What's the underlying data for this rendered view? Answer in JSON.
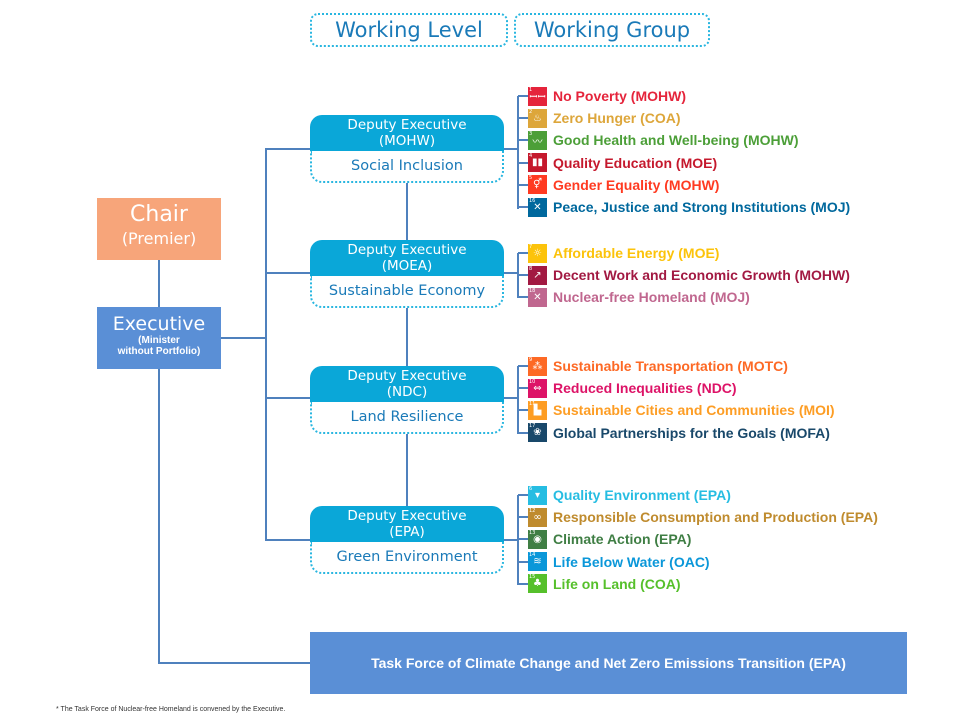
{
  "header": {
    "working_level": "Working Level",
    "working_group": "Working Group"
  },
  "chair": {
    "title": "Chair",
    "subtitle": "(Premier)",
    "color": "#f7a57a"
  },
  "executive": {
    "title": "Executive",
    "subtitle_line1": "(Minister",
    "subtitle_line2": "without Portfolio)",
    "color": "#5a8fd6"
  },
  "deputies": [
    {
      "title": "Deputy Executive",
      "agency": "(MOHW)",
      "group": "Social Inclusion"
    },
    {
      "title": "Deputy Executive",
      "agency": "(MOEA)",
      "group": "Sustainable Economy"
    },
    {
      "title": "Deputy Executive",
      "agency": "(NDC)",
      "group": "Land Resilience"
    },
    {
      "title": "Deputy Executive",
      "agency": "(EPA)",
      "group": "Green Environment"
    }
  ],
  "goal_groups": [
    {
      "goals": [
        {
          "num": "1",
          "icon": "family-icon",
          "glyph": "ꟷꟷ",
          "label": "No Poverty (MOHW)",
          "color": "#e5243b"
        },
        {
          "num": "2",
          "icon": "bowl-icon",
          "glyph": "♨",
          "label": "Zero Hunger (COA)",
          "color": "#dda63a"
        },
        {
          "num": "3",
          "icon": "heartbeat-icon",
          "glyph": "〰",
          "label": "Good Health and Well-being (MOHW)",
          "color": "#4c9f38"
        },
        {
          "num": "4",
          "icon": "book-icon",
          "glyph": "▮▮",
          "label": "Quality Education (MOE)",
          "color": "#c5192d"
        },
        {
          "num": "5",
          "icon": "gender-icon",
          "glyph": "⚥",
          "label": "Gender Equality (MOHW)",
          "color": "#ff3a21"
        },
        {
          "num": "16",
          "icon": "dove-icon",
          "glyph": "✕",
          "label": "Peace, Justice and Strong Institutions (MOJ)",
          "color": "#00689d"
        }
      ]
    },
    {
      "goals": [
        {
          "num": "7",
          "icon": "sun-icon",
          "glyph": "☼",
          "label": "Affordable Energy (MOE)",
          "color": "#fcc30b"
        },
        {
          "num": "8",
          "icon": "growth-chart-icon",
          "glyph": "↗",
          "label": "Decent Work and Economic Growth (MOHW)",
          "color": "#a21942"
        },
        {
          "num": "18",
          "icon": "nuclear-crossed-icon",
          "glyph": "✕",
          "label": "Nuclear-free Homeland (MOJ)",
          "color": "#c0678f"
        }
      ]
    },
    {
      "goals": [
        {
          "num": "9",
          "icon": "cubes-icon",
          "glyph": "⁂",
          "label": "Sustainable Transportation (MOTC)",
          "color": "#fd6925"
        },
        {
          "num": "10",
          "icon": "equality-icon",
          "glyph": "⇔",
          "label": "Reduced Inequalities (NDC)",
          "color": "#dd1367"
        },
        {
          "num": "11",
          "icon": "city-icon",
          "glyph": "▙",
          "label": "Sustainable Cities and Communities (MOI)",
          "color": "#fd9d24"
        },
        {
          "num": "17",
          "icon": "partnership-flower-icon",
          "glyph": "❀",
          "label": "Global Partnerships for the Goals (MOFA)",
          "color": "#19486a"
        }
      ]
    },
    {
      "goals": [
        {
          "num": "6",
          "icon": "water-glass-icon",
          "glyph": "▾",
          "label": "Quality Environment (EPA)",
          "color": "#26bde2"
        },
        {
          "num": "12",
          "icon": "infinity-icon",
          "glyph": "∞",
          "label": "Responsible Consumption and Production (EPA)",
          "color": "#bf8b2e"
        },
        {
          "num": "13",
          "icon": "eye-globe-icon",
          "glyph": "◉",
          "label": "Climate Action (EPA)",
          "color": "#3f7e44"
        },
        {
          "num": "14",
          "icon": "fish-icon",
          "glyph": "≋",
          "label": "Life Below Water (OAC)",
          "color": "#0a97d9"
        },
        {
          "num": "15",
          "icon": "tree-bird-icon",
          "glyph": "♣",
          "label": "Life on Land (COA)",
          "color": "#56c02b"
        }
      ]
    }
  ],
  "task_force": {
    "label": "Task Force of Climate Change and Net Zero Emissions Transition (EPA)"
  },
  "footnote": "* The Task Force of Nuclear-free Homeland is convened by the Executive."
}
